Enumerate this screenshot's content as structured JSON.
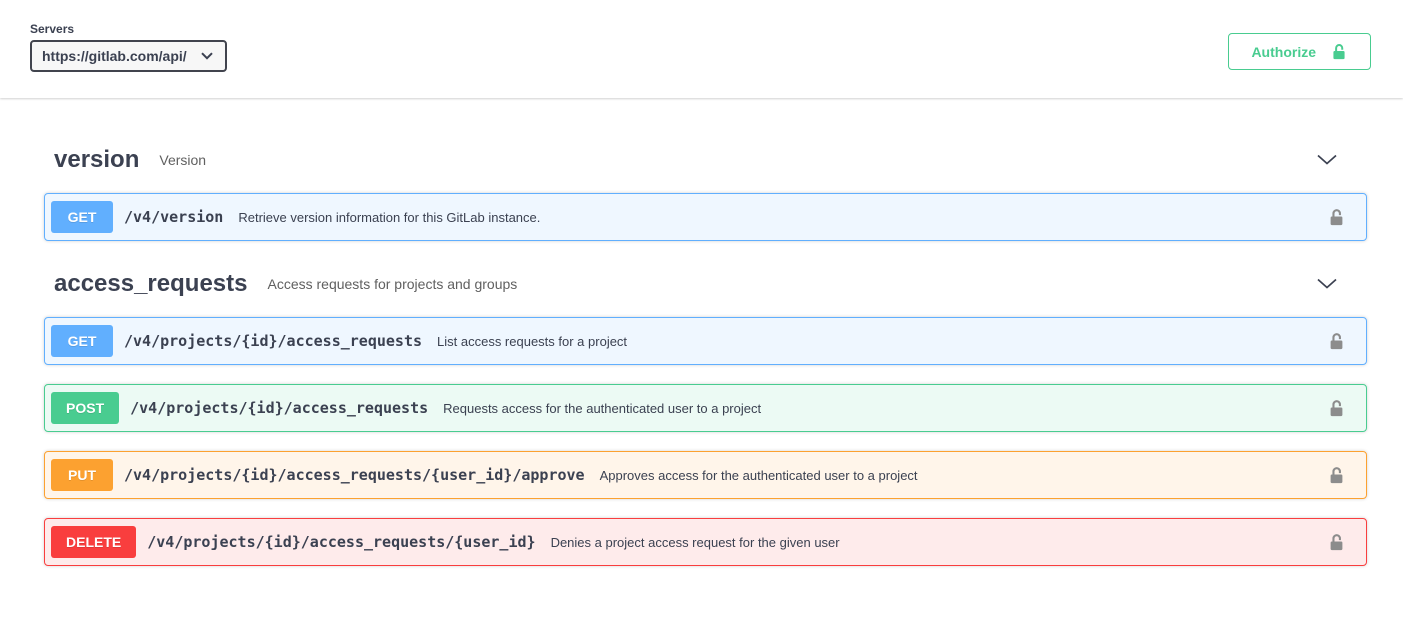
{
  "servers": {
    "label": "Servers",
    "selected_url": "https://gitlab.com/api/"
  },
  "auth": {
    "authorize_label": "Authorize"
  },
  "colors": {
    "get": "#61affe",
    "post": "#49cc90",
    "put": "#fca130",
    "delete": "#f93e3e",
    "accent_green": "#49cc90",
    "title_text": "#3b4151"
  },
  "icons": {
    "authorize": "unlock-icon",
    "operation_auth": "unlock-icon",
    "section_toggle": "chevron-down-icon",
    "server_select": "chevron-down-icon"
  },
  "sections": [
    {
      "name": "version",
      "description": "Version",
      "operations": [
        {
          "method": "GET",
          "path": "/v4/version",
          "summary": "Retrieve version information for this GitLab instance."
        }
      ]
    },
    {
      "name": "access_requests",
      "description": "Access requests for projects and groups",
      "operations": [
        {
          "method": "GET",
          "path": "/v4/projects/{id}/access_requests",
          "summary": "List access requests for a project"
        },
        {
          "method": "POST",
          "path": "/v4/projects/{id}/access_requests",
          "summary": "Requests access for the authenticated user to a project"
        },
        {
          "method": "PUT",
          "path": "/v4/projects/{id}/access_requests/{user_id}/approve",
          "summary": "Approves access for the authenticated user to a project"
        },
        {
          "method": "DELETE",
          "path": "/v4/projects/{id}/access_requests/{user_id}",
          "summary": "Denies a project access request for the given user"
        }
      ]
    }
  ]
}
